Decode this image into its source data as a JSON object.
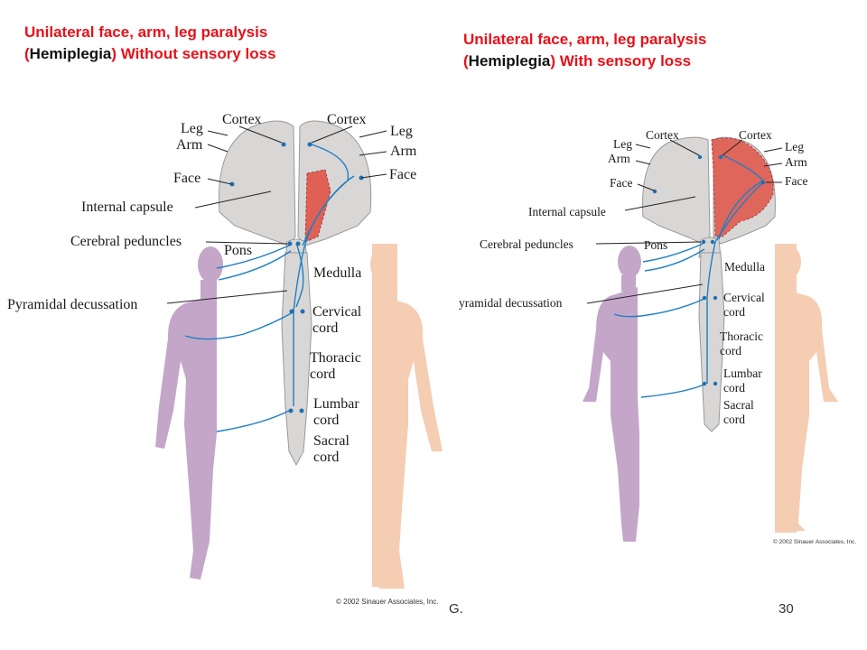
{
  "slide": {
    "left_title": {
      "line1": "Unilateral face, arm, leg paralysis",
      "paren_open": "(",
      "term": "Hemiplegia",
      "paren_close": ")",
      "rest": " Without sensory loss"
    },
    "right_title": {
      "line1": "Unilateral face, arm, leg paralysis",
      "paren_open": "(",
      "term": "Hemiplegia",
      "paren_close": ")",
      "rest": " With sensory loss"
    },
    "left_figure": {
      "labels": {
        "cortex_left": "Cortex",
        "cortex_right": "Cortex",
        "leg_left": "Leg",
        "arm_left": "Arm",
        "face_left": "Face",
        "leg_right": "Leg",
        "arm_right": "Arm",
        "face_right": "Face",
        "internal_capsule": "Internal capsule",
        "cerebral_peduncles": "Cerebral peduncles",
        "pons": "Pons",
        "medulla": "Medulla",
        "pyramidal_decussation": "Pyramidal decussation",
        "cervical": "Cervical",
        "cervical_cord": "cord",
        "thoracic": "Thoracic",
        "thoracic_cord": "cord",
        "lumbar": "Lumbar",
        "lumbar_cord": "cord",
        "sacral": "Sacral",
        "sacral_cord": "cord"
      },
      "copyright": "© 2002 Sinauer Associates, Inc."
    },
    "right_figure": {
      "labels": {
        "cortex_left": "Cortex",
        "cortex_right": "Cortex",
        "leg_left": "Leg",
        "arm_left": "Arm",
        "face_left": "Face",
        "leg_right": "Leg",
        "arm_right": "Arm",
        "face_right": "Face",
        "internal_capsule": "Internal capsule",
        "cerebral_peduncles": "Cerebral peduncles",
        "pons": "Pons",
        "medulla": "Medulla",
        "pyramidal_decussation": "yramidal decussation",
        "cervical": "Cervical",
        "cervical_cord": "cord",
        "thoracic": "Thoracic",
        "thoracic_cord": "cord",
        "lumbar": "Lumbar",
        "lumbar_cord": "cord",
        "sacral": "Sacral",
        "sacral_cord": "cord"
      },
      "copyright": "© 2002 Sinauer Associates, Inc."
    },
    "footer_text": "G.",
    "slide_number": "30"
  },
  "colors": {
    "title_red": "#e8111a",
    "lesion_red": "#e05a4e",
    "tract_blue": "#1f7fc4",
    "body_lilac": "#c4a6c9",
    "body_peach": "#f4cdb2",
    "brain_gray": "#d9d7d6"
  }
}
